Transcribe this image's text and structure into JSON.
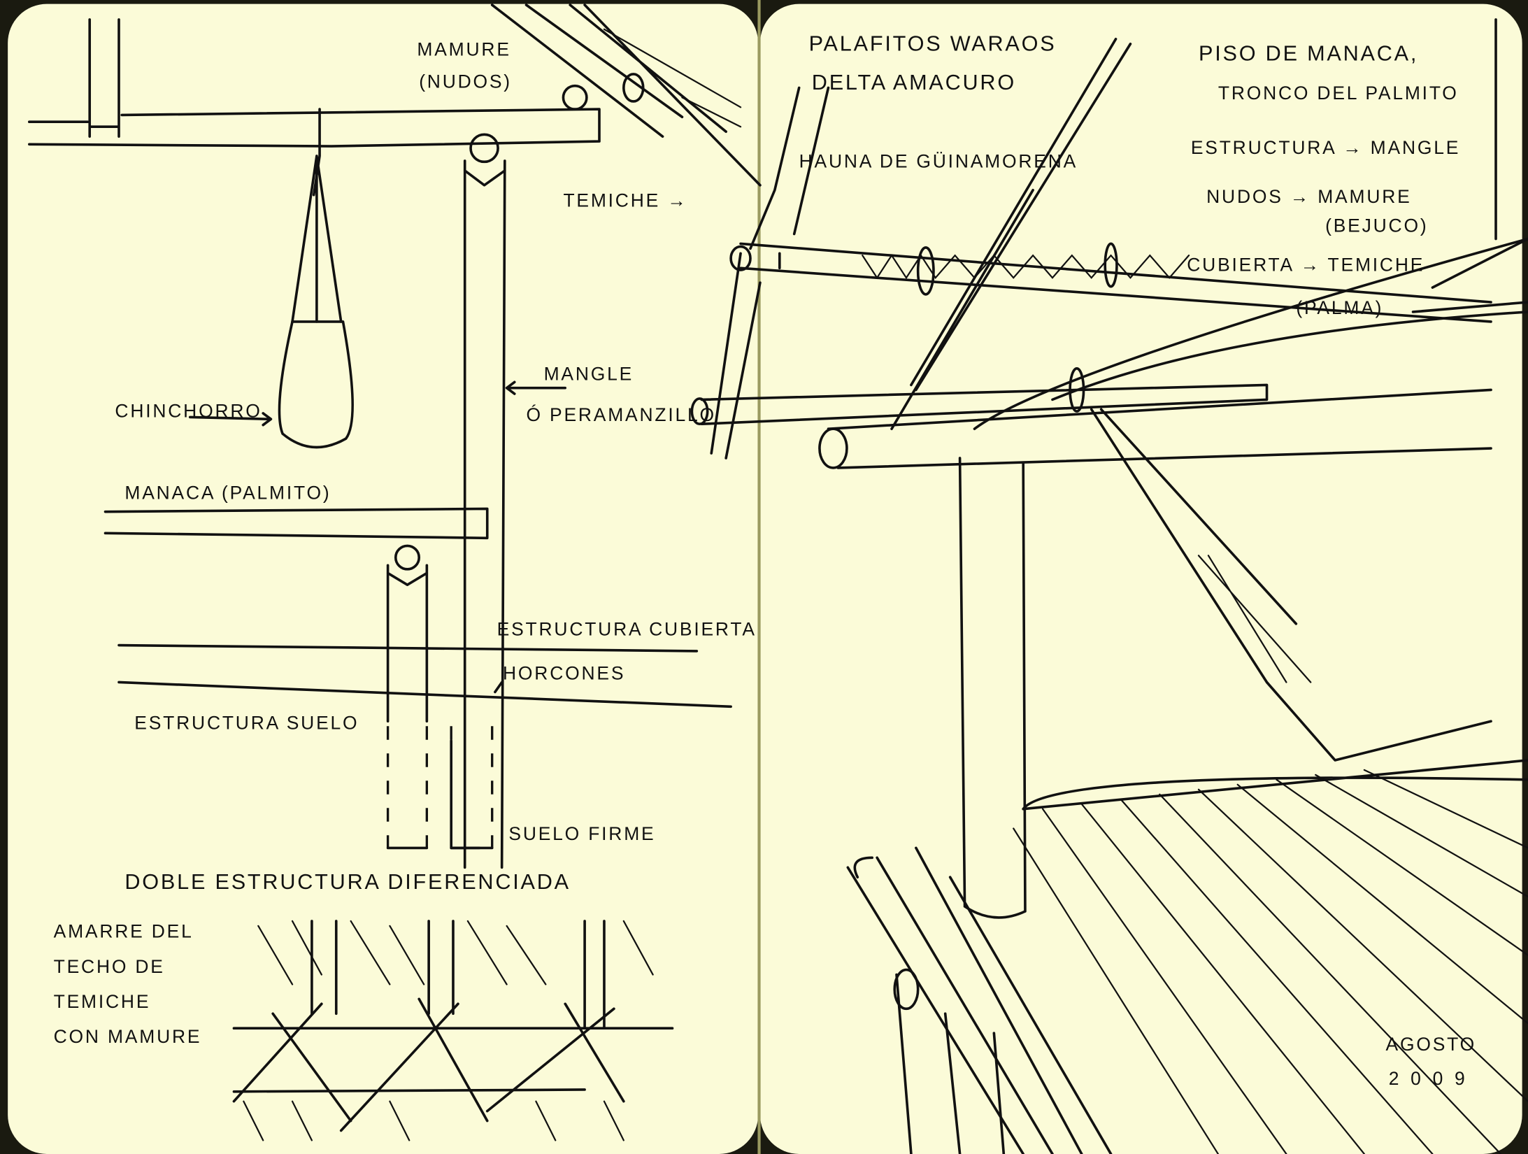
{
  "paper_color": "#fbfbd8",
  "left_page": {
    "labels": {
      "mamure": "MAMURE",
      "nudos": "(NUDOS)",
      "temiche": "TEMICHE →",
      "chinchorro": "CHINCHORRO",
      "mangle": "MANGLE",
      "peramanzillo": "Ó PERAMANZILLO",
      "manaca": "MANACA (PALMITO)",
      "estructura_cubierta": "ESTRUCTURA CUBIERTA",
      "horcones": "HORCONES",
      "estructura_suelo": "ESTRUCTURA SUELO",
      "suelo_firme": "SUELO FIRME",
      "doble_estructura": "DOBLE ESTRUCTURA DIFERENCIADA",
      "amarre_lines": [
        "AMARRE DEL",
        "TECHO DE",
        "TEMICHE",
        "CON MAMURE"
      ]
    }
  },
  "right_page": {
    "labels": {
      "title_1": "PALAFITOS WARAOS",
      "title_2": "DELTA AMACURO",
      "hauna": "HAUNA DE GÜINAMORENA",
      "piso": "PISO DE MANACA,",
      "tronco": "TRONCO DEL PALMITO",
      "estructura": "ESTRUCTURA → MANGLE",
      "nudos": "NUDOS → MAMURE",
      "bejuco": "(BEJUCO)",
      "cubierta": "CUBIERTA → TEMICHE",
      "palma": "(PALMA)",
      "month": "AGOSTO",
      "year": "2009"
    }
  }
}
